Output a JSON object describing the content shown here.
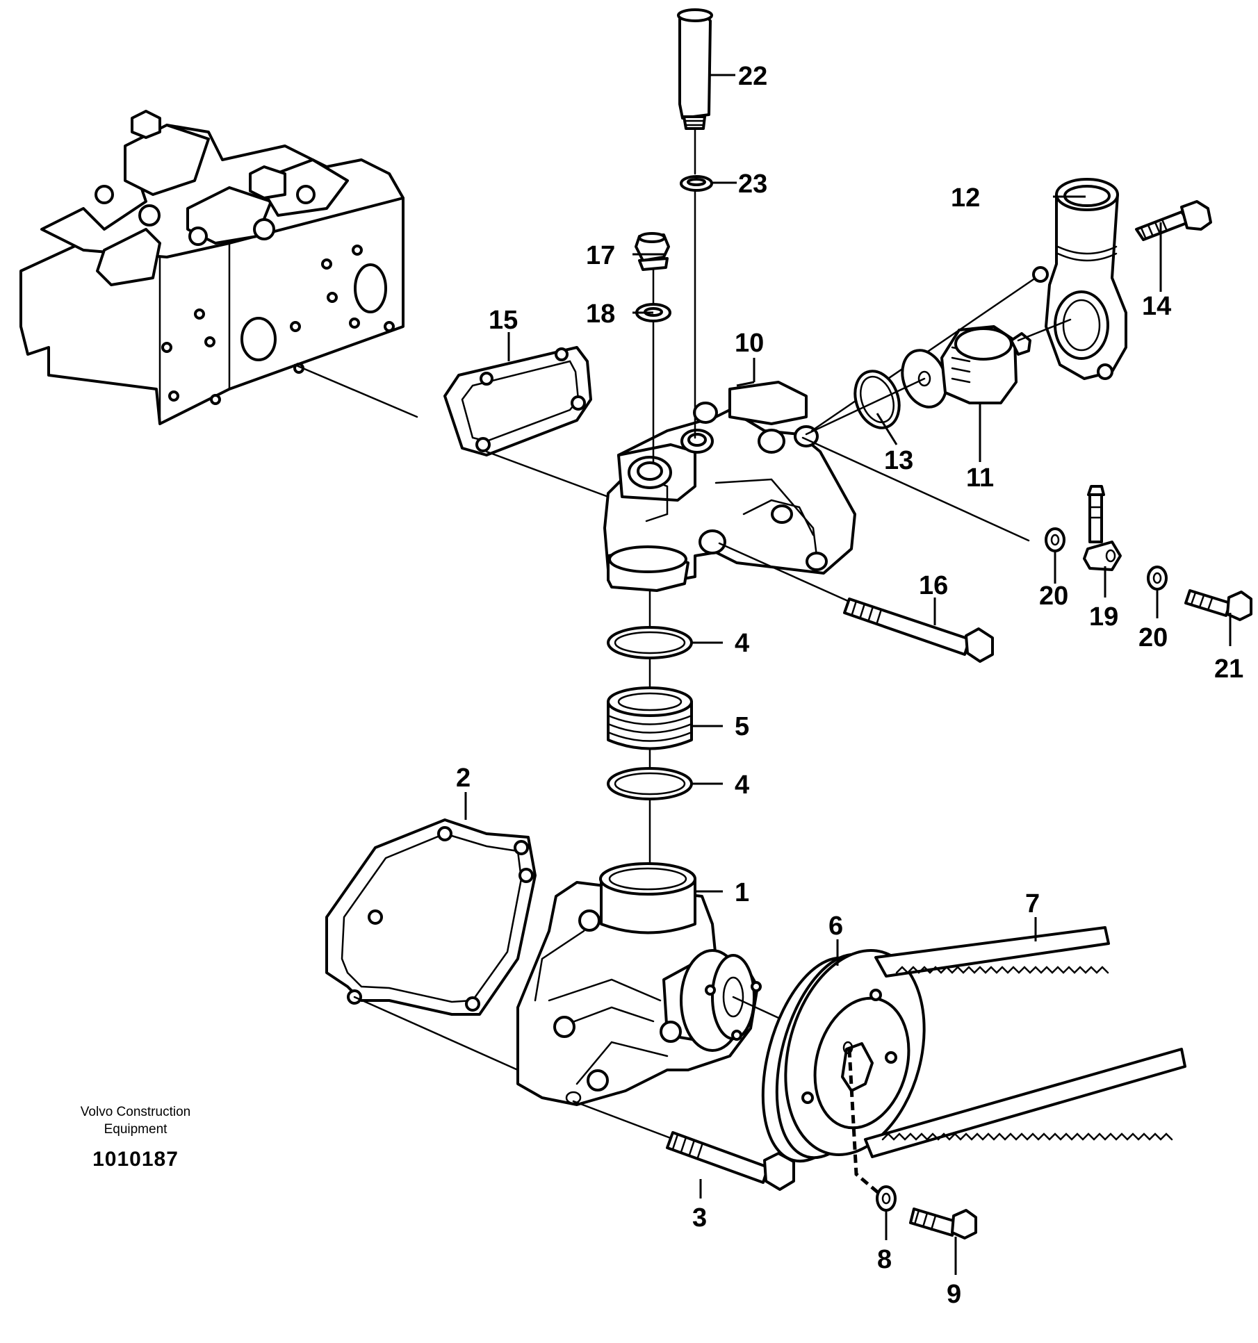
{
  "caption": {
    "brand_line_1": "Volvo Construction",
    "brand_line_2": "Equipment",
    "drawing_number": "1010187"
  },
  "callouts": [
    {
      "num": "1",
      "part": "water-pump-housing"
    },
    {
      "num": "2",
      "part": "pump-gasket"
    },
    {
      "num": "3",
      "part": "pump-bolt"
    },
    {
      "num": "4",
      "part": "o-ring-upper"
    },
    {
      "num": "5",
      "part": "connection-sleeve"
    },
    {
      "num": "4",
      "part": "o-ring-lower"
    },
    {
      "num": "6",
      "part": "pulley"
    },
    {
      "num": "7",
      "part": "v-belt"
    },
    {
      "num": "8",
      "part": "pulley-washer"
    },
    {
      "num": "9",
      "part": "pulley-bolt"
    },
    {
      "num": "10",
      "part": "thermostat-housing"
    },
    {
      "num": "11",
      "part": "thermostat"
    },
    {
      "num": "12",
      "part": "outlet-elbow"
    },
    {
      "num": "13",
      "part": "thermostat-seal"
    },
    {
      "num": "14",
      "part": "elbow-bolt"
    },
    {
      "num": "15",
      "part": "housing-gasket"
    },
    {
      "num": "16",
      "part": "housing-bolt"
    },
    {
      "num": "17",
      "part": "plug"
    },
    {
      "num": "18",
      "part": "plug-washer"
    },
    {
      "num": "19",
      "part": "hose-nipple"
    },
    {
      "num": "20",
      "part": "sealing-washer-left"
    },
    {
      "num": "20",
      "part": "sealing-washer-right"
    },
    {
      "num": "21",
      "part": "banjo-bolt"
    },
    {
      "num": "22",
      "part": "sensor"
    },
    {
      "num": "23",
      "part": "sensor-washer"
    }
  ]
}
